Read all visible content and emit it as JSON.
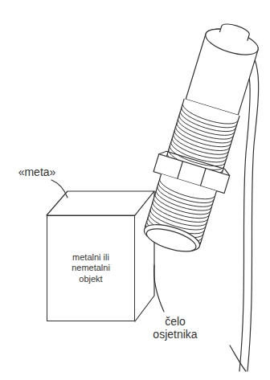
{
  "diagram": {
    "nodes": [
      {
        "text": [
          "metalni ili nemetalni objekt"
        ]
      }
    ],
    "labels": [
      "«meta»",
      "čelo osjetnika"
    ]
  }
}
